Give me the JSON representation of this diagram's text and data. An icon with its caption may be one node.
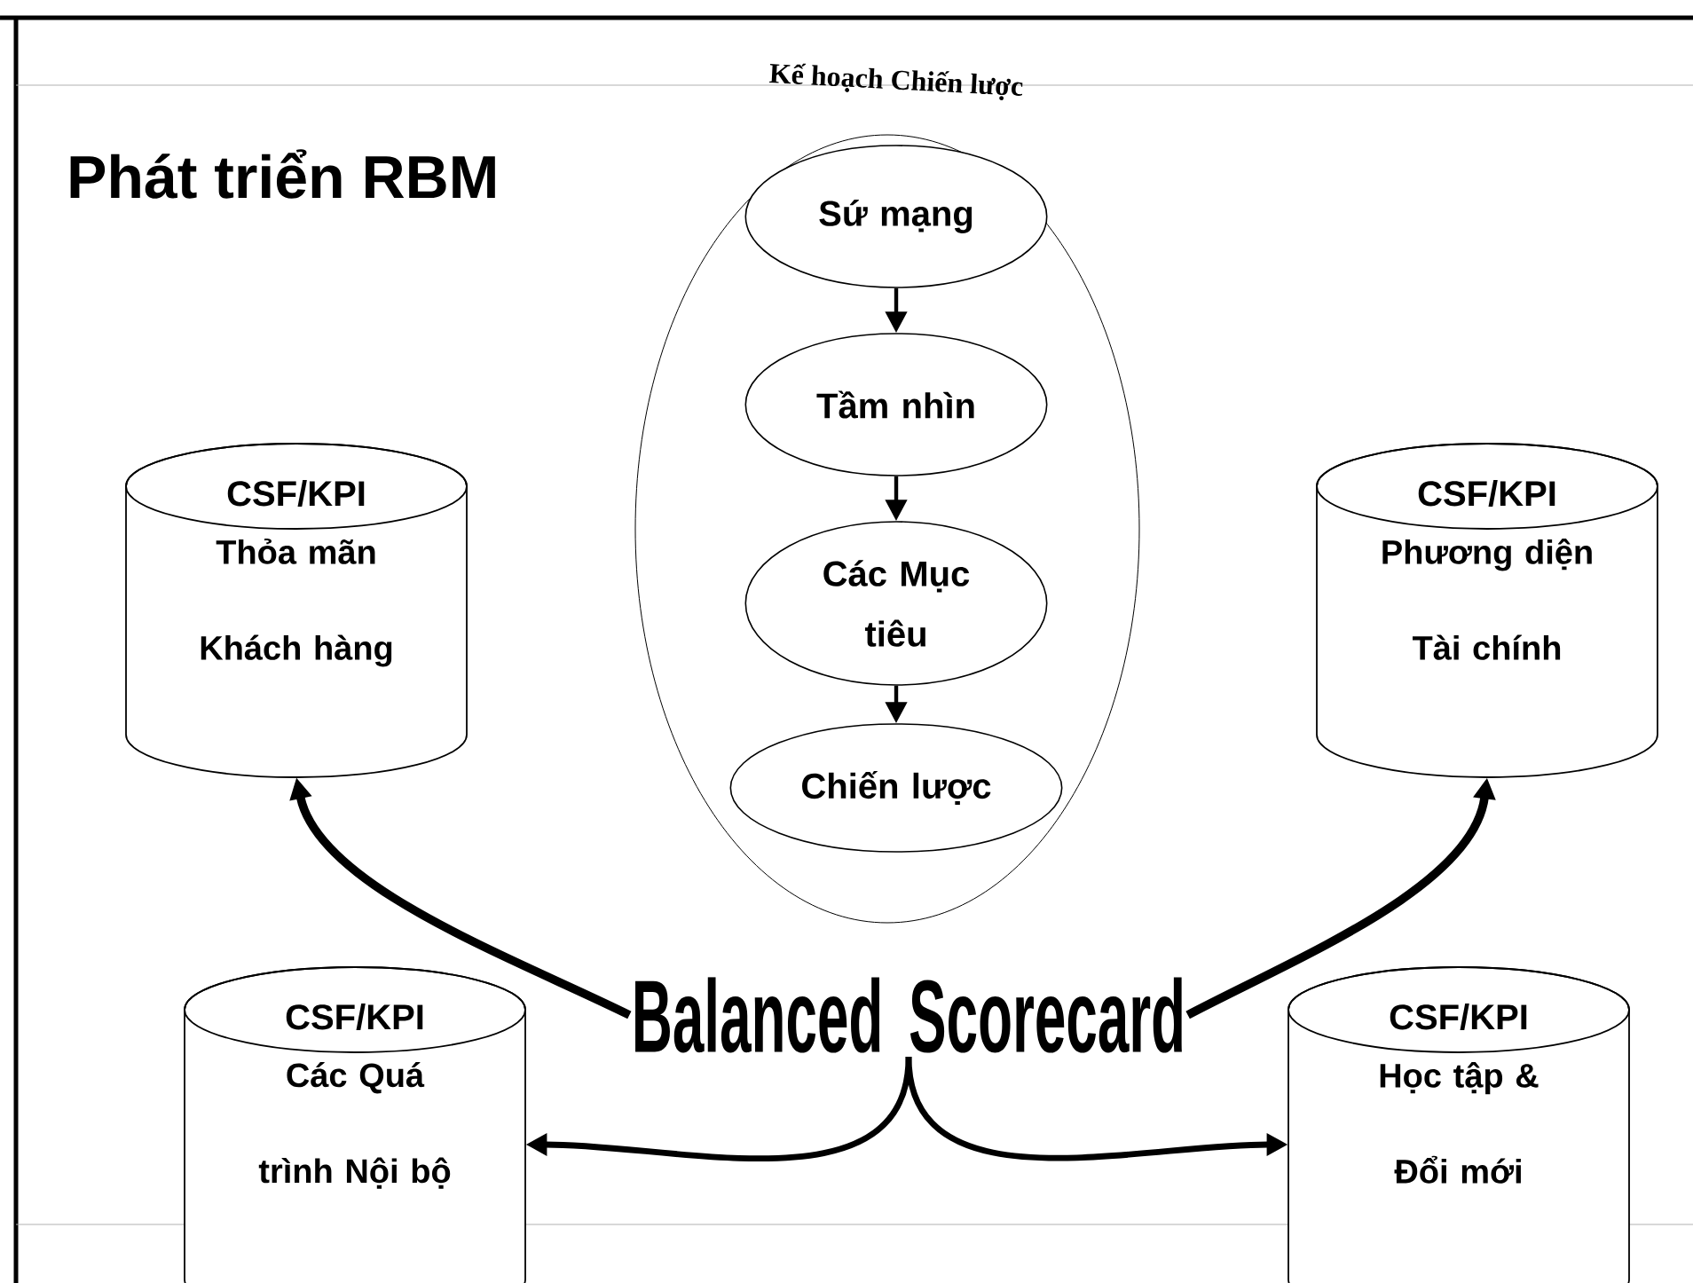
{
  "diagram": {
    "title": "Phát triển RBM",
    "nodes": [
      {
        "text": [
          "Kế hoạch Chiến lược"
        ]
      },
      {
        "text": [
          "Sứ mạng"
        ],
        "in": 0
      },
      {
        "text": [
          "Tầm nhìn"
        ],
        "in": 0
      },
      {
        "text": [
          "Các Mục tiêu"
        ],
        "in": 0
      },
      {
        "text": [
          "Chiến lược"
        ],
        "in": 0
      },
      {
        "text": [
          "CSF/KPI",
          "Thỏa mãn Khách hàng"
        ]
      },
      {
        "text": [
          "CSF/KPI",
          "Phương diện Tài chính"
        ]
      },
      {
        "text": [
          "Balanced Scorecard"
        ]
      },
      {
        "text": [
          "CSF/KPI",
          "Các Quá trình Nội bộ"
        ]
      },
      {
        "text": [
          "CSF/KPI",
          "Học tập & Đổi mới"
        ]
      }
    ],
    "edges": [
      {
        "from": 1,
        "to": 2,
        "arrow": "to"
      },
      {
        "from": 2,
        "to": 3,
        "arrow": "to"
      },
      {
        "from": 3,
        "to": 4,
        "arrow": "to"
      },
      {
        "from": 7,
        "to": 5,
        "arrow": "to"
      },
      {
        "from": 7,
        "to": 6,
        "arrow": "to"
      },
      {
        "from": 7,
        "to": 8,
        "arrow": "to"
      },
      {
        "from": 7,
        "to": 9,
        "arrow": "to"
      }
    ]
  }
}
